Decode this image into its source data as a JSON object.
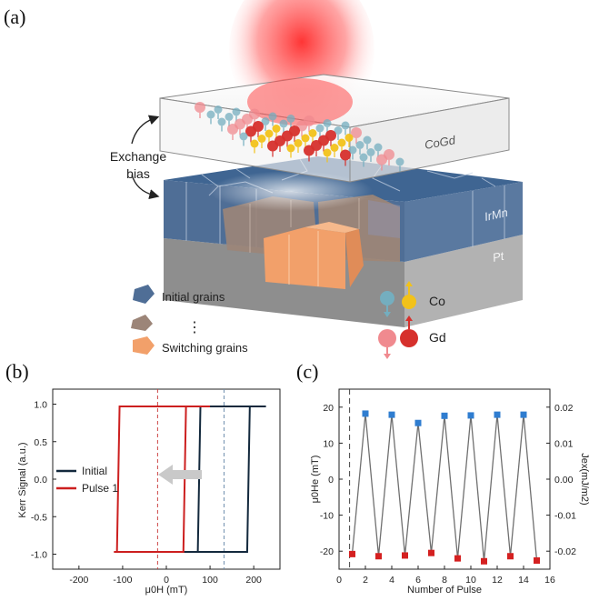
{
  "panels": {
    "a": {
      "label": "(a)",
      "film_top": "CoGd",
      "film_mid": "IrMn",
      "film_bottom": "Pt",
      "exchange_bias": [
        "Exchange",
        "bias"
      ],
      "legend_initial": "Initial grains",
      "legend_ellipsis": "⋮",
      "legend_switching": "Switching grains",
      "legend_co": "Co",
      "legend_gd": "Gd",
      "colors": {
        "initial_grain": "#4f6e96",
        "mid_grain": "#9c8578",
        "switching_grain": "#f2a06a",
        "co_blue": "#74aebf",
        "co_yellow": "#f2c21a",
        "gd_pink": "#f08a8f",
        "gd_red": "#d6302c",
        "pt": "#a7a7a7",
        "laser": "#ff3a3a"
      }
    },
    "b": {
      "label": "(b)",
      "legend": [
        "Initial",
        "Pulse 1"
      ]
    },
    "c": {
      "label": "(c)"
    }
  },
  "chart_data": [
    {
      "type": "line",
      "panel": "b",
      "xlabel": "μ0H (mT)",
      "ylabel": "Kerr Signal (a.u.)",
      "xlim": [
        -260,
        260
      ],
      "ylim": [
        -1.2,
        1.2
      ],
      "xticks": [
        -200,
        -100,
        0,
        100,
        200
      ],
      "yticks": [
        -1.0,
        -0.5,
        0.0,
        0.5,
        1.0
      ],
      "ytick_labels": [
        "-1.0",
        "-0.5",
        "0.0",
        "0.5",
        "1.0"
      ],
      "series": [
        {
          "name": "Initial",
          "color": "#13293d",
          "x": [
            -90,
            75,
            80,
            230,
            230,
            190,
            185,
            -90
          ],
          "y": [
            -0.97,
            -0.97,
            0.97,
            0.97,
            0.97,
            0.97,
            -0.97,
            -0.97
          ]
        },
        {
          "name": "Pulse 1",
          "color": "#cc1f1f",
          "x": [
            -120,
            -112,
            -106,
            40,
            40,
            45,
            48,
            100,
            100,
            -120
          ],
          "y": [
            -0.97,
            -0.97,
            0.97,
            0.97,
            0.97,
            0.97,
            0.97,
            0.97,
            0.97,
            0.97
          ]
        }
      ],
      "loops": [
        {
          "name": "Initial",
          "color": "#13293d",
          "left_switch": 75,
          "right_switch": 188,
          "xmin": -90,
          "xmax": 228
        },
        {
          "name": "Pulse 1",
          "color": "#cc1f1f",
          "left_switch": -110,
          "right_switch": 42,
          "xmin": -120,
          "xmax": 100
        }
      ],
      "vlines": [
        {
          "x": -20,
          "color": "#cc4444"
        },
        {
          "x": 132,
          "color": "#6f8fae"
        }
      ],
      "grid": false
    },
    {
      "type": "line",
      "panel": "c",
      "xlabel": "Number of Pulse",
      "ylabel": "μ0He (mT)",
      "ylabel_right": "Jex(mJ/m2)",
      "xlim": [
        0,
        16
      ],
      "ylim": [
        -25,
        25
      ],
      "xticks": [
        0,
        2,
        4,
        6,
        8,
        10,
        12,
        14,
        16
      ],
      "yticks": [
        -20,
        -10,
        0,
        10,
        20
      ],
      "yticks_right": [
        -0.02,
        -0.01,
        0.0,
        0.01,
        0.02
      ],
      "ytick_right_labels": [
        "-0.02",
        "-0.01",
        "0.00",
        "0.01",
        "0.02"
      ],
      "x": [
        1,
        2,
        3,
        4,
        5,
        6,
        7,
        8,
        9,
        10,
        11,
        12,
        13,
        14,
        15
      ],
      "values": [
        -20.8,
        18.2,
        -21.4,
        17.9,
        -21.2,
        15.6,
        -20.5,
        17.6,
        -22.0,
        17.7,
        -22.8,
        17.9,
        -21.4,
        17.9,
        -22.6
      ],
      "positive_color": "#2f7dd0",
      "negative_color": "#d42020",
      "line_color": "#707070",
      "vline": {
        "x": 0.8,
        "style": "dashed"
      },
      "grid": false
    }
  ]
}
